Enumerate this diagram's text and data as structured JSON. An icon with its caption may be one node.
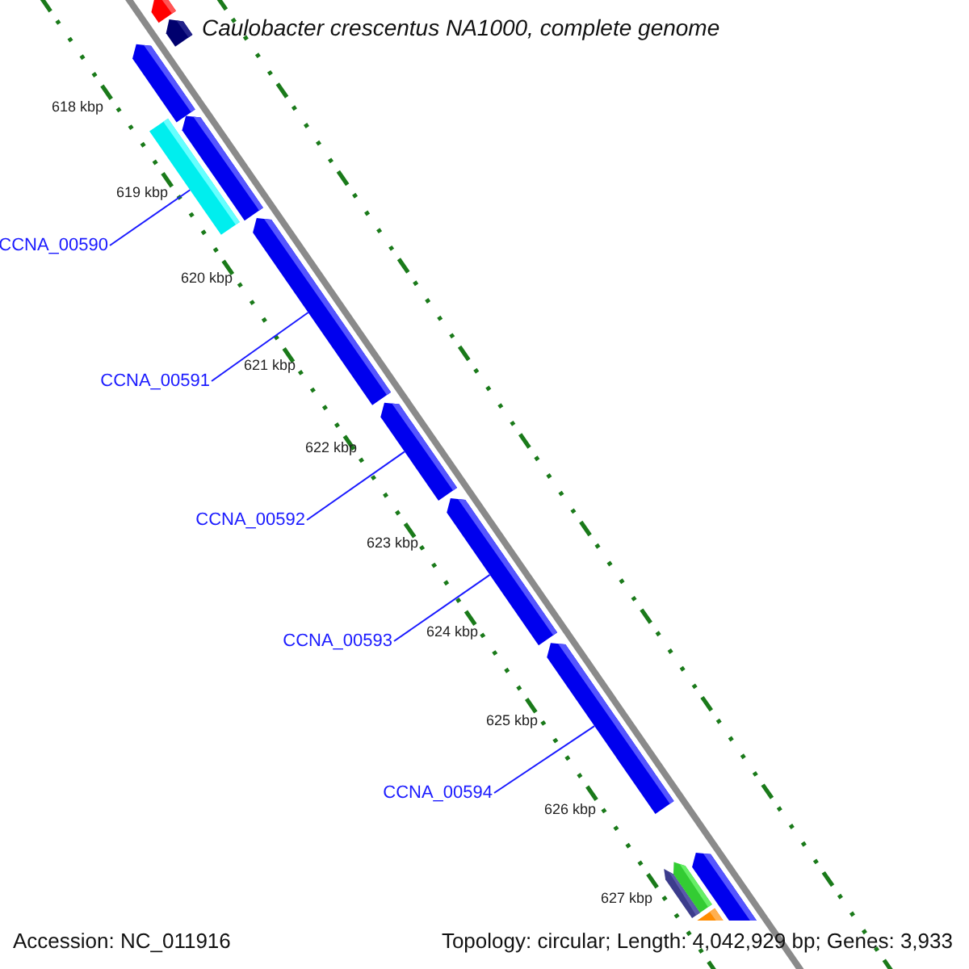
{
  "diagram": {
    "title": "Caulobacter crescentus NA1000, complete genome",
    "nodes": [
      {
        "text": [],
        "shape": "bar"
      },
      {
        "text": [],
        "shape": "bar"
      },
      {
        "text": [],
        "shape": "bar"
      },
      {
        "text": [],
        "shape": "bar"
      },
      {
        "text": [],
        "shape": "bar"
      },
      {
        "text": [],
        "shape": "bar"
      },
      {
        "text": [],
        "shape": "bar"
      },
      {
        "text": [],
        "shape": "bar"
      },
      {
        "text": [],
        "shape": "bar"
      },
      {
        "text": [],
        "shape": "bar"
      },
      {
        "text": [],
        "shape": "bar"
      },
      {
        "text": [],
        "shape": "bar"
      },
      {
        "text": [],
        "shape": "bar"
      },
      {
        "text": [
          "CCNA_00590"
        ]
      },
      {
        "text": [
          "CCNA_00591"
        ]
      },
      {
        "text": [
          "CCNA_00592"
        ]
      },
      {
        "text": [
          "CCNA_00593"
        ]
      },
      {
        "text": [
          "CCNA_00594"
        ]
      }
    ],
    "edges": [
      {
        "from": 13,
        "to": 3,
        "arrow": "none"
      },
      {
        "from": 14,
        "to": 5,
        "arrow": "none"
      },
      {
        "from": 15,
        "to": 6,
        "arrow": "none"
      },
      {
        "from": 16,
        "to": 7,
        "arrow": "none"
      },
      {
        "from": 17,
        "to": 8,
        "arrow": "none"
      }
    ],
    "labels": [
      "618 kbp",
      "619 kbp",
      "620 kbp",
      "621 kbp",
      "622 kbp",
      "623 kbp",
      "624 kbp",
      "625 kbp",
      "626 kbp",
      "627 kbp",
      "Accession: NC_011916",
      "Topology: circular; Length: 4,042,929 bp; Genes: 3,933"
    ]
  }
}
